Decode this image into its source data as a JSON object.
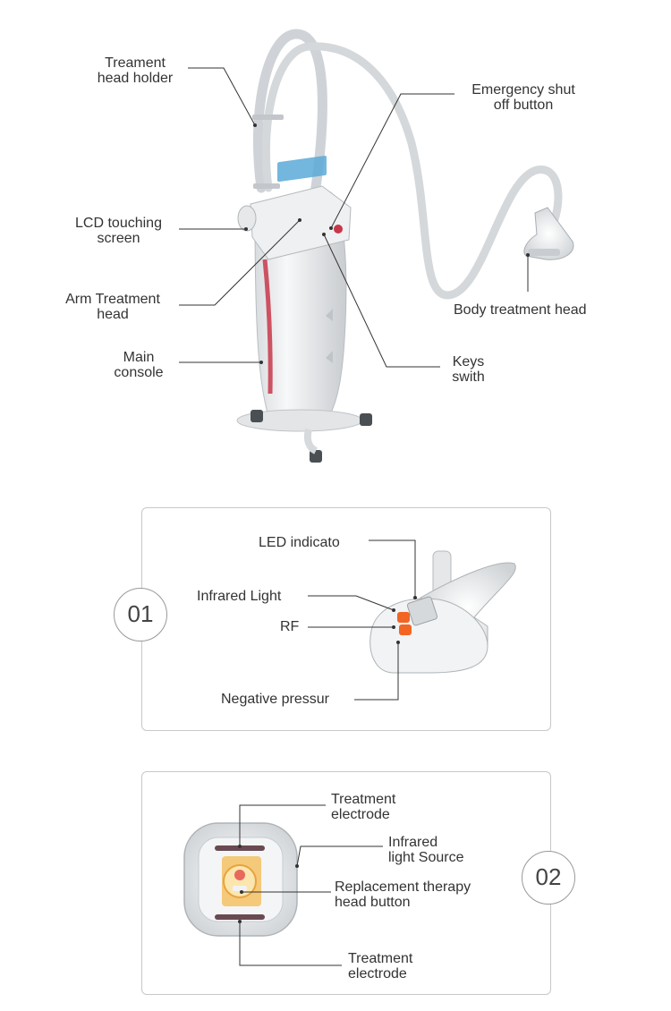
{
  "machine": {
    "labels": {
      "treatment_head_holder": [
        "Treament",
        "head holder"
      ],
      "lcd_touching_screen": [
        "LCD touching",
        "screen"
      ],
      "arm_treatment_head": [
        "Arm Treatment",
        "head"
      ],
      "main_console": [
        "Main",
        "console"
      ],
      "emergency_shut_off_button": [
        "Emergency shut",
        "off button"
      ],
      "body_treatment_head": "Body treatment head",
      "keys_switch": [
        "Keys",
        "swith"
      ]
    }
  },
  "panel_01": {
    "number": "01",
    "labels": {
      "led_indicator": "LED indicato",
      "infrared_light": "Infrared Light",
      "rf": "RF",
      "negative_pressure": "Negative pressur"
    }
  },
  "panel_02": {
    "number": "02",
    "labels": {
      "treatment_electrode_top": [
        "Treatment",
        "electrode"
      ],
      "infrared_light_source": [
        "Infrared",
        "light Source"
      ],
      "replacement_therapy_head_button": [
        "Replacement therapy",
        "head button"
      ],
      "treatment_electrode_bottom": [
        "Treatment",
        "electrode"
      ]
    }
  },
  "colors": {
    "accent_red": "#c8374a",
    "accent_orange": "#f26522",
    "leader_line": "#333333",
    "panel_border": "#c8c8c8"
  }
}
